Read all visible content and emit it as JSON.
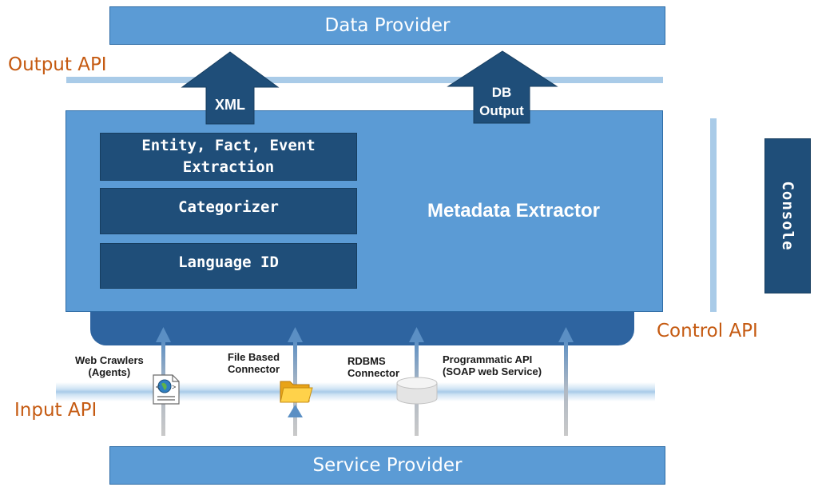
{
  "data_provider": {
    "label": "Data Provider"
  },
  "service_provider": {
    "label": "Service Provider"
  },
  "output_api": {
    "label": "Output API"
  },
  "input_api": {
    "label": "Input API"
  },
  "control_api": {
    "label": "Control API"
  },
  "outputs": [
    {
      "label": "XML"
    },
    {
      "label": "DB\nOutput"
    }
  ],
  "extractor": {
    "title": "Metadata Extractor",
    "modules": [
      {
        "label": "Entity, Fact, Event\nExtraction"
      },
      {
        "label": "Categorizer"
      },
      {
        "label": "Language ID"
      }
    ]
  },
  "console": {
    "label": "Console"
  },
  "connectors": [
    {
      "label": "Web Crawlers\n(Agents)",
      "icon": "web-document-icon"
    },
    {
      "label": "File Based\nConnector",
      "icon": "folder-icon"
    },
    {
      "label": "RDBMS\nConnector",
      "icon": "database-icon"
    },
    {
      "label": "Programmatic API\n(SOAP web Service)",
      "icon": ""
    }
  ],
  "colors": {
    "box_fill": "#5b9bd5",
    "module_fill": "#1f4e79",
    "api_label": "#c55a11",
    "arrow_fill": "#1f4e79"
  }
}
